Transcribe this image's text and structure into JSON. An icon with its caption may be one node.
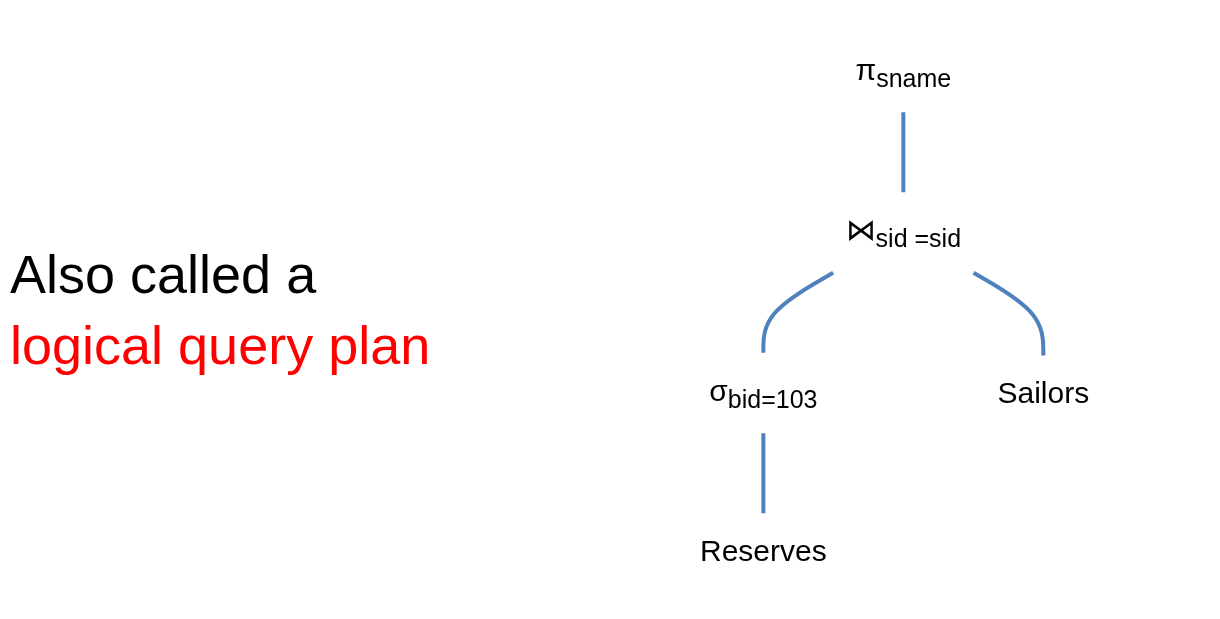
{
  "diagram": {
    "nodes": [
      {
        "text": [
          "π$_{sname}$"
        ]
      },
      {
        "text": [
          "⋈$_{sid =sid}$"
        ]
      },
      {
        "text": [
          "σ$_{bid=103}$"
        ]
      },
      {
        "text": [
          "Sailors"
        ]
      },
      {
        "text": [
          "Reserves"
        ]
      }
    ],
    "edges": [
      {
        "from": 0,
        "to": 1,
        "arrow": "none"
      },
      {
        "from": 1,
        "to": 3,
        "arrow": "none"
      },
      {
        "from": 1,
        "to": 2,
        "arrow": "none"
      },
      {
        "from": 2,
        "to": 4,
        "arrow": "none"
      }
    ],
    "labels": [
      "Also called a",
      "logical query plan"
    ]
  }
}
